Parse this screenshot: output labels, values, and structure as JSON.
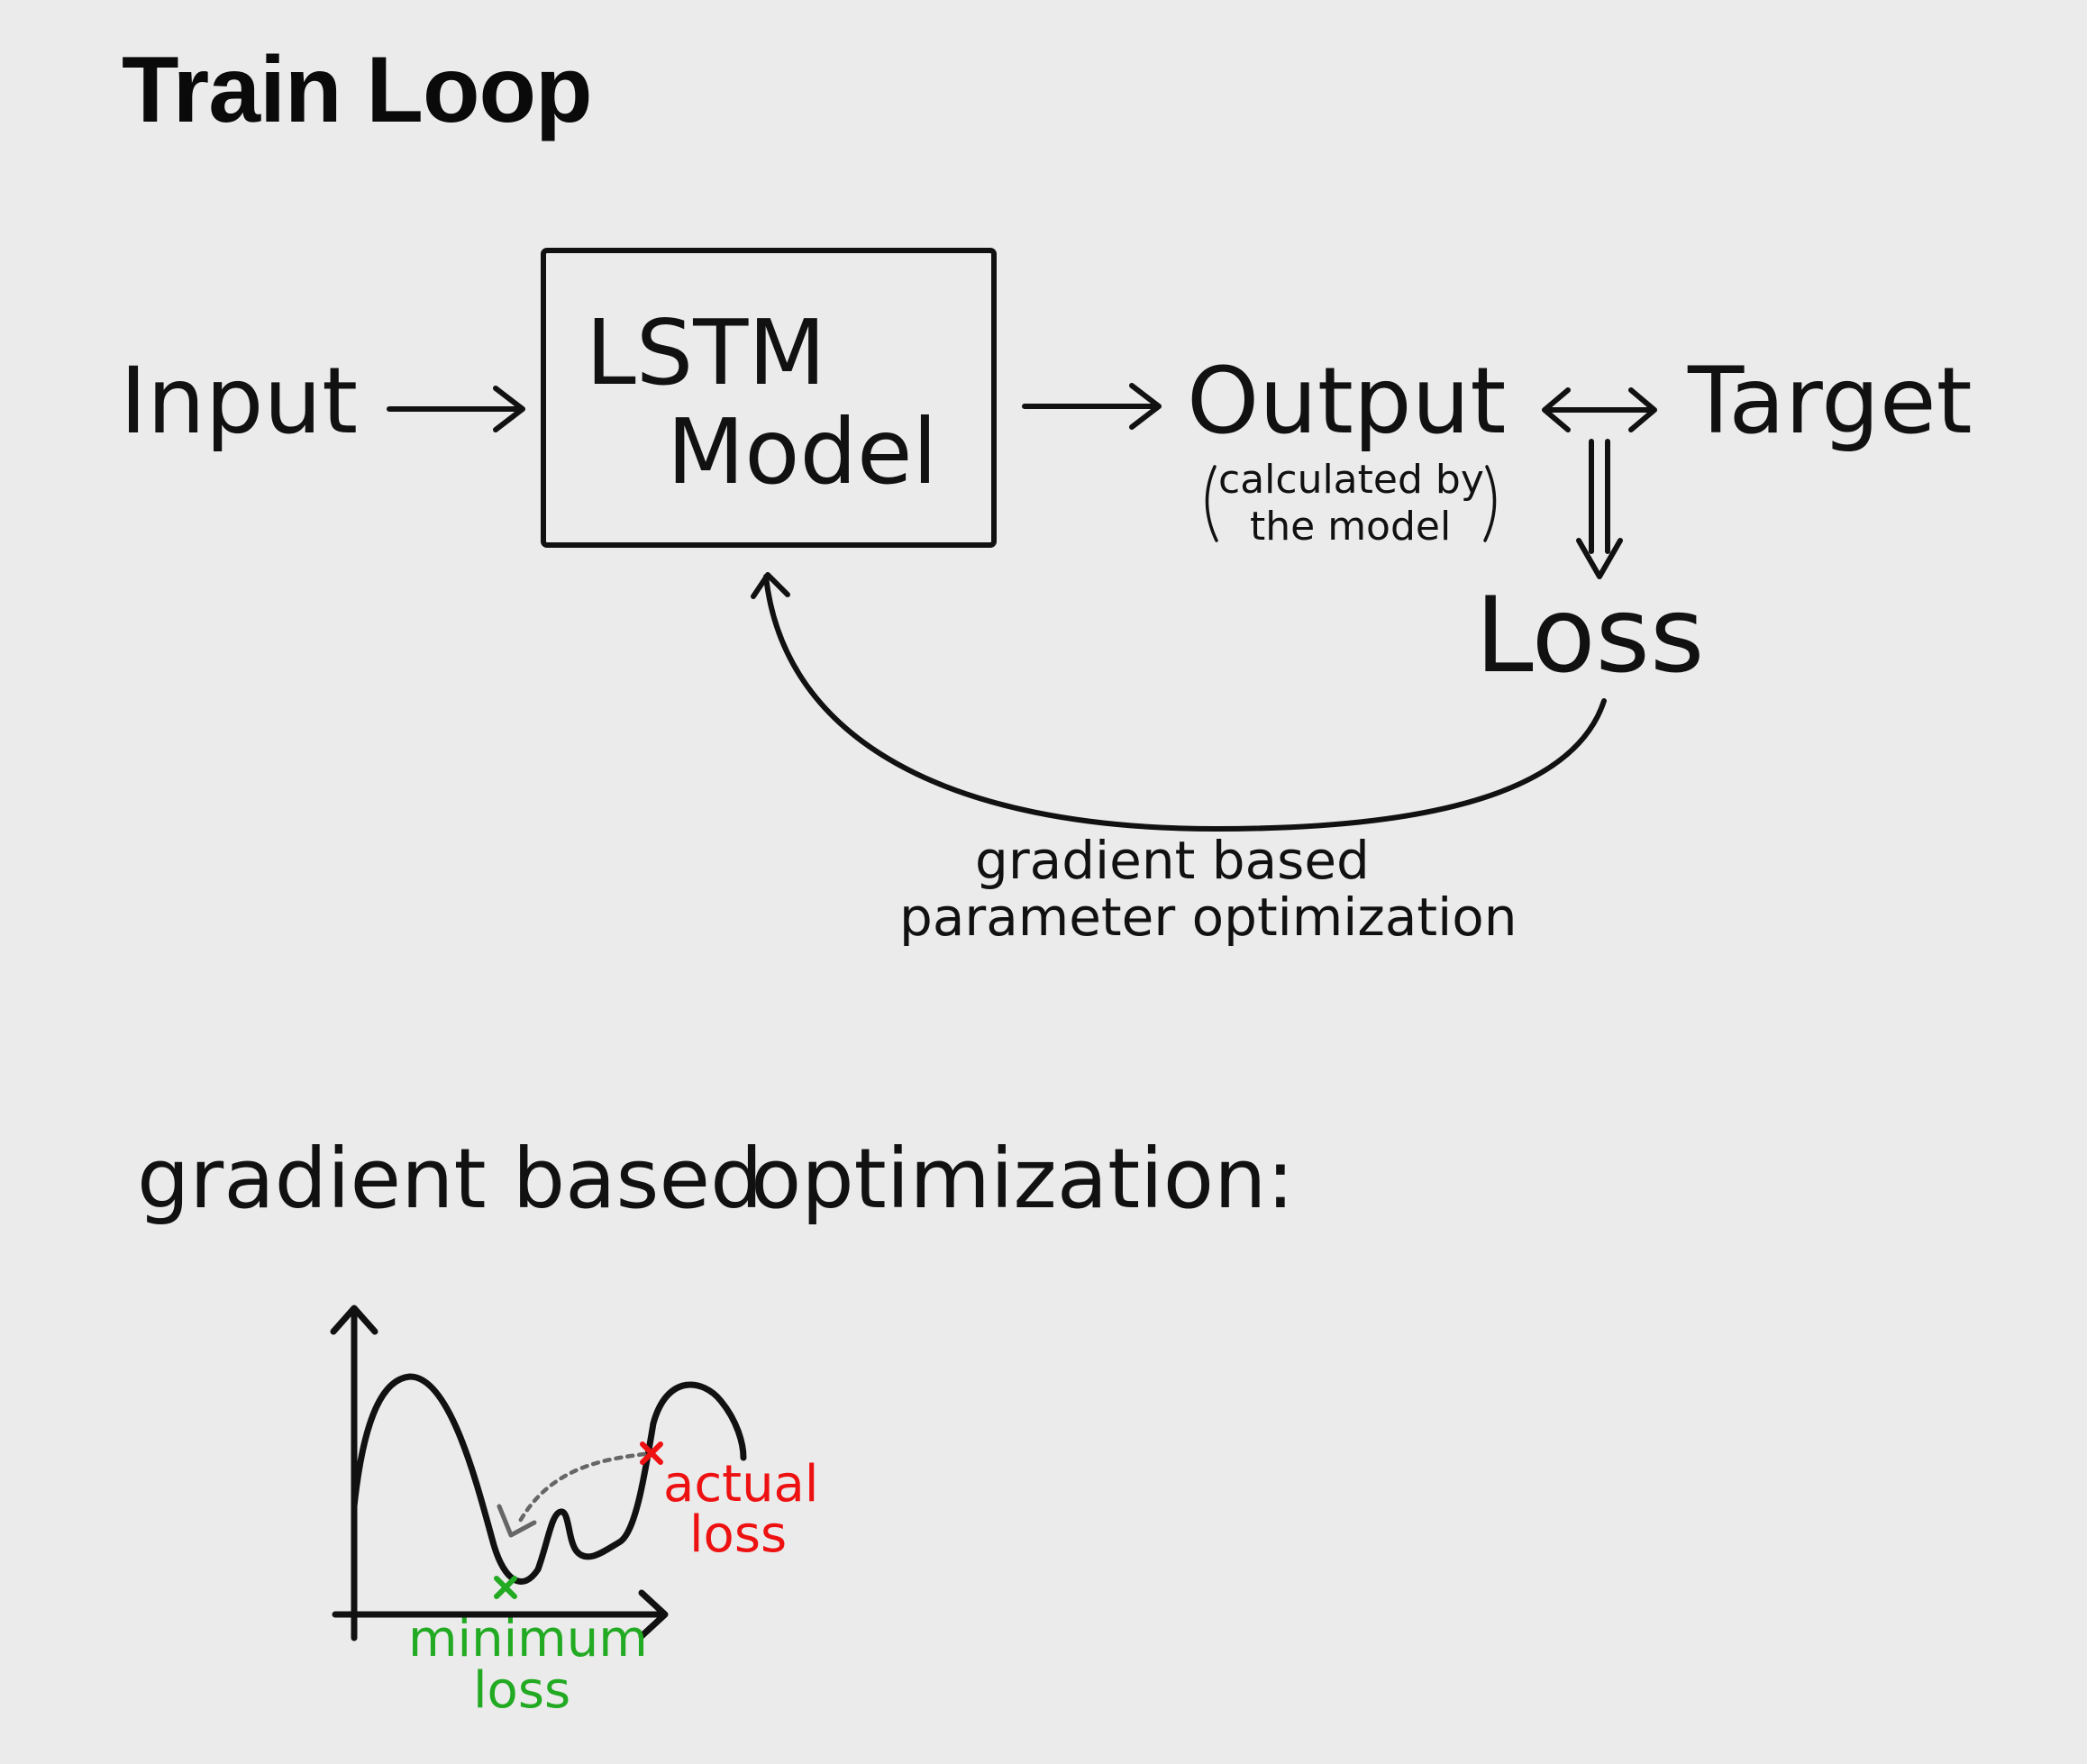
{
  "title": "Train Loop",
  "train_loop": {
    "input": "Input",
    "model_line1": "LSTM",
    "model_line2": "Model",
    "output": "Output",
    "output_note_line1": "calculated by",
    "output_note_line2": "the model",
    "target": "Target",
    "loss": "Loss",
    "feedback_line1": "gradient based",
    "feedback_line2": "parameter optimization"
  },
  "optimization": {
    "heading_word1": "gradient based",
    "heading_word2": "optimization:",
    "actual_loss_line1": "actual",
    "actual_loss_line2": "loss",
    "minimum_loss_line1": "minimum",
    "minimum_loss_line2": "loss"
  },
  "colors": {
    "background": "#ebebeb",
    "ink": "#111111",
    "actual_loss": "#ee1111",
    "minimum_loss": "#22aa22",
    "step_arrow": "#666666"
  }
}
